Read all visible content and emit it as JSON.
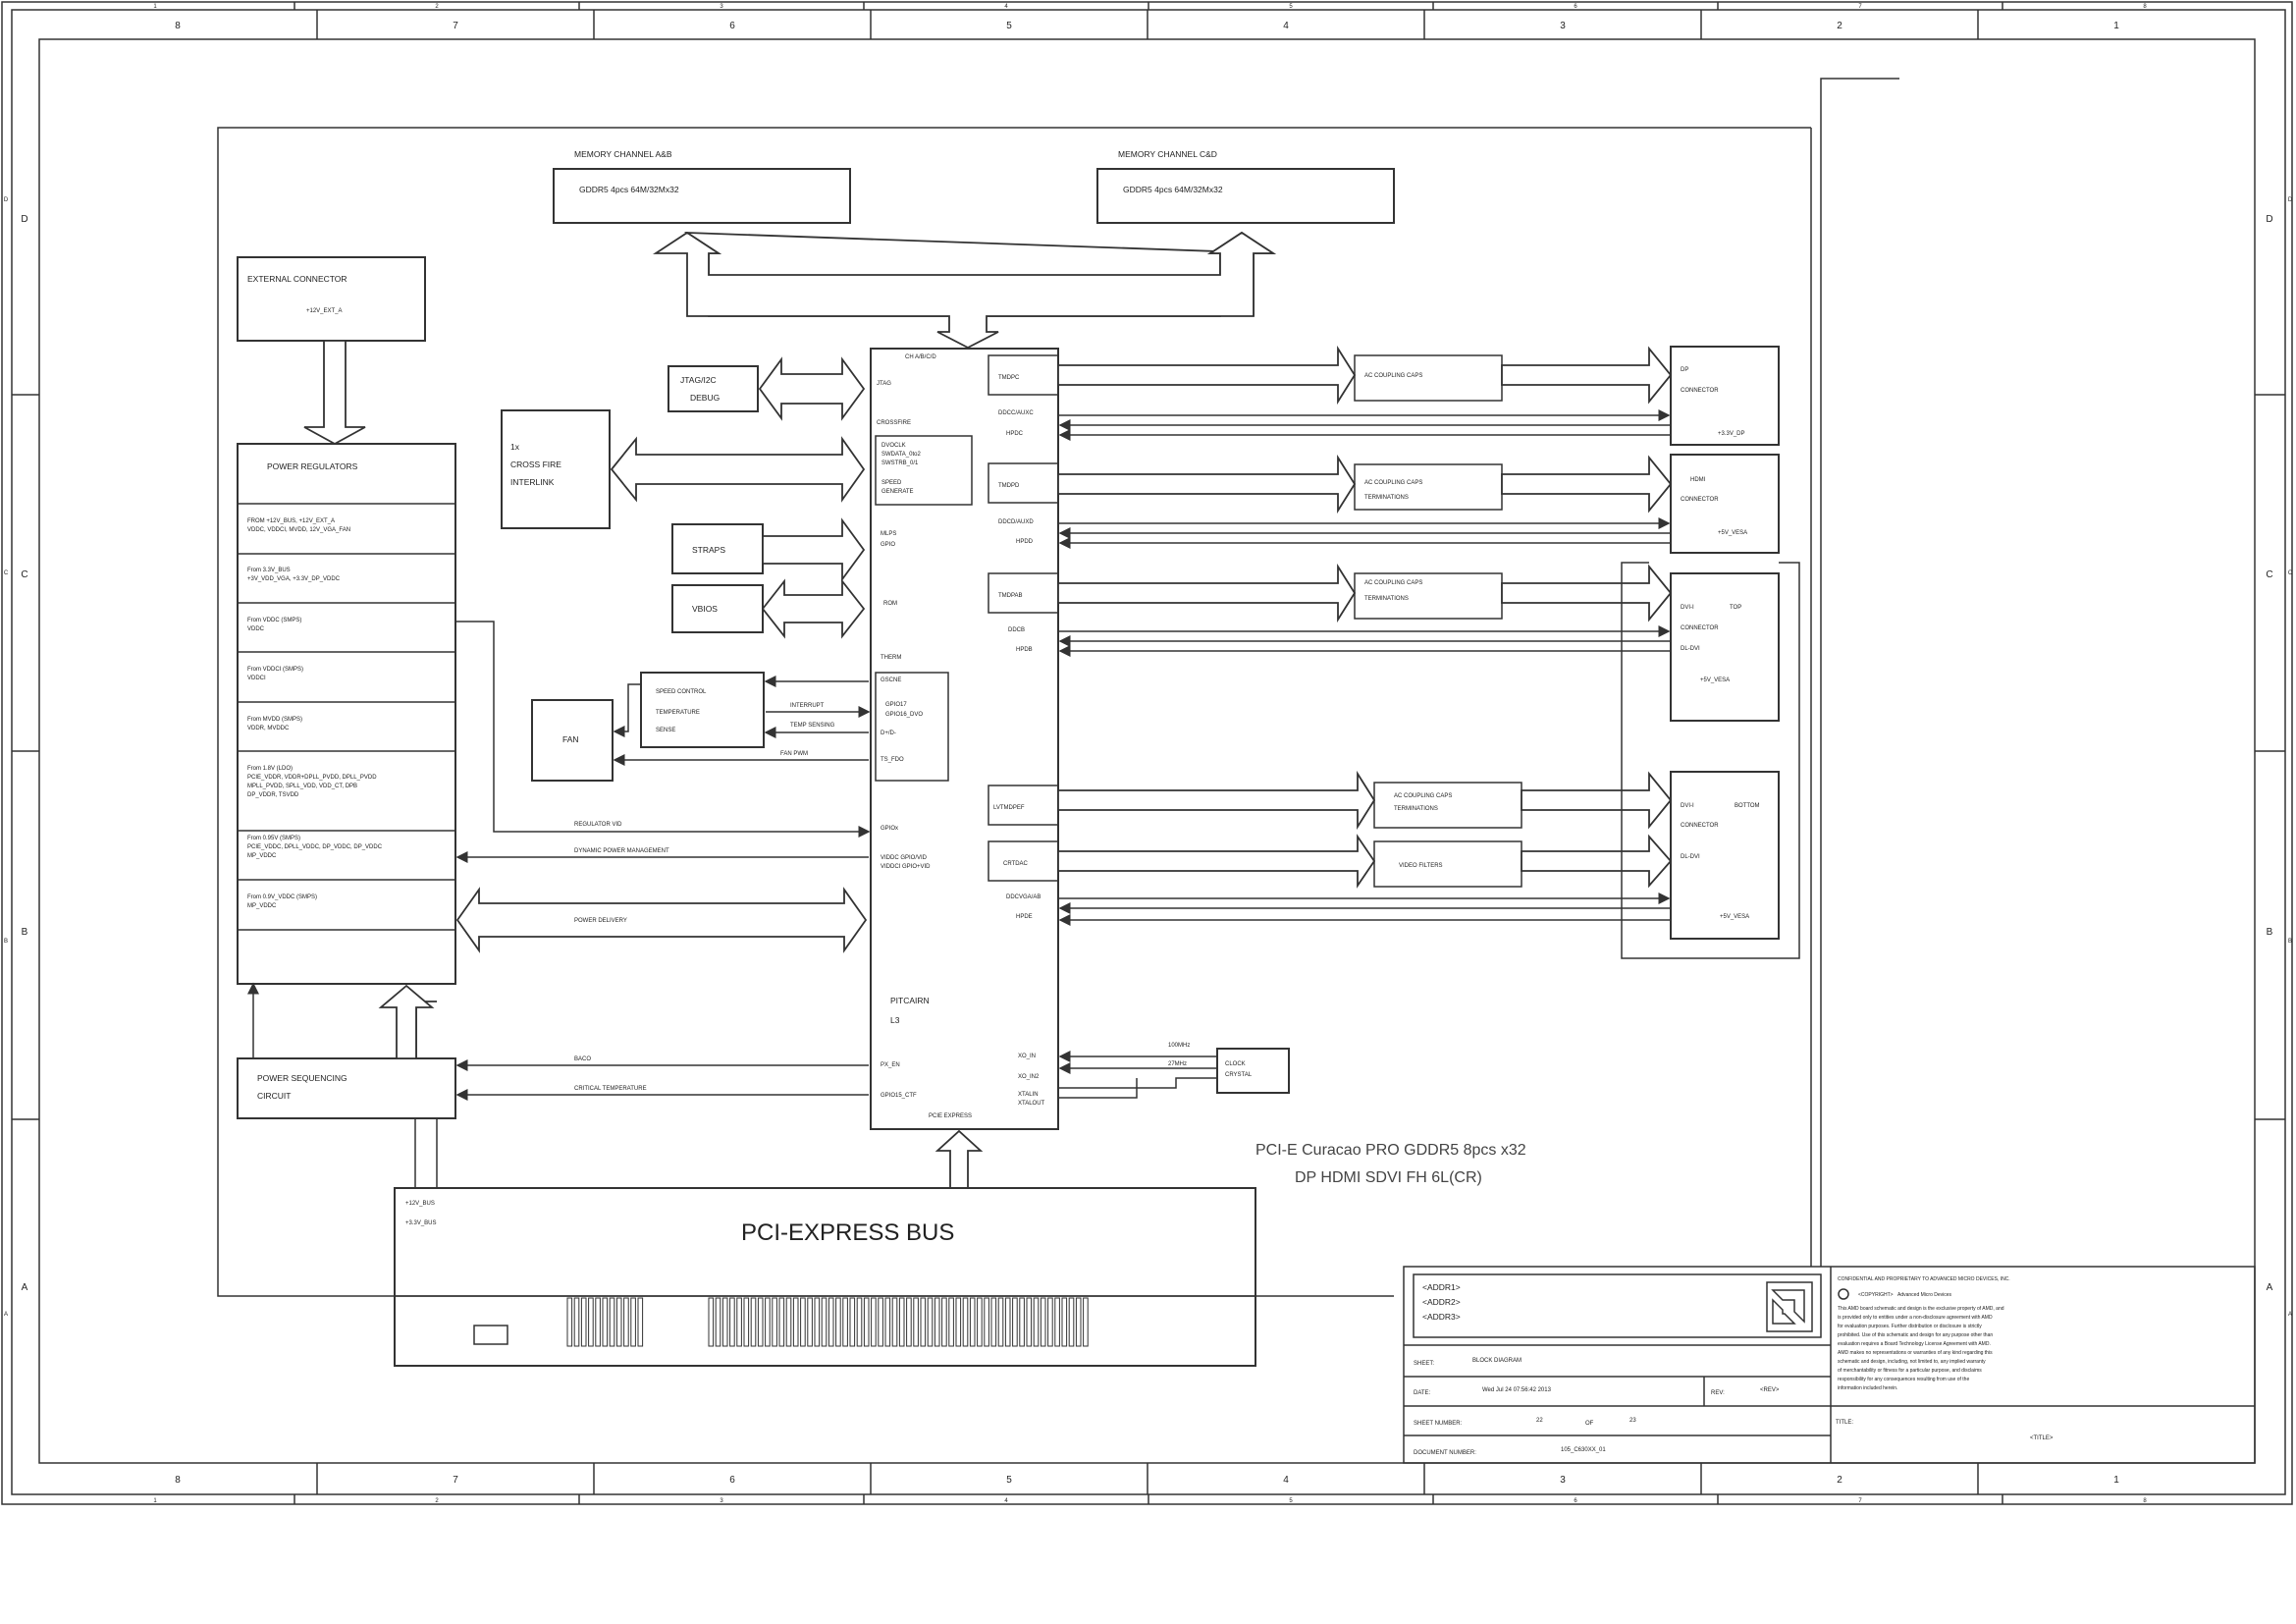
{
  "frame": {
    "columns_top": [
      "8",
      "7",
      "6",
      "5",
      "4",
      "3",
      "2",
      "1"
    ],
    "columns_bottom": [
      "8",
      "7",
      "6",
      "5",
      "4",
      "3",
      "2",
      "1"
    ],
    "rows_left": [
      "D",
      "C",
      "B",
      "A"
    ],
    "rows_right": [
      "D",
      "C",
      "B",
      "A"
    ],
    "fine_columns_top": [
      "1",
      "2",
      "3",
      "4",
      "5",
      "6",
      "7",
      "8"
    ],
    "fine_columns_bottom": [
      "1",
      "2",
      "3",
      "4",
      "5",
      "6",
      "7",
      "8"
    ],
    "fine_rows_left": [
      "A",
      "B",
      "C",
      "D"
    ],
    "fine_rows_right": [
      "A",
      "B",
      "C",
      "D"
    ]
  },
  "memory": {
    "ab_title": "MEMORY CHANNEL A&B",
    "ab_part": "GDDR5 4pcs 64M/32Mx32",
    "cd_title": "MEMORY CHANNEL C&D",
    "cd_part": "GDDR5 4pcs 64M/32Mx32"
  },
  "ext_conn": {
    "title": "EXTERNAL CONNECTOR",
    "sub": "+12V_EXT_A"
  },
  "power_reg": {
    "title": "POWER REGULATORS",
    "rows": [
      [
        "FROM +12V_BUS, +12V_EXT_A",
        "VDDC, VDDCI, MVDD, 12V_VGA_FAN"
      ],
      [
        "From 3.3V_BUS",
        "+3V_VDD_VGA, +3.3V_DP_VDDC"
      ],
      [
        "From VDDC (SMPS)",
        "VDDC"
      ],
      [
        "From VDDCI (SMPS)",
        "VDDCI"
      ],
      [
        "From MVDD (SMPS)",
        "VDDR, MVDDC"
      ],
      [
        "From 1.8V (LDO)",
        "PCIE_VDDR, VDDR+DPLL_PVDD, DPLL_PVDD",
        "MPLL_PVDD, SPLL_VDD, VDD_CT, DPB",
        "DP_VDDR, TSVDD"
      ],
      [
        "From 0.95V (SMPS)",
        "PCIE_VDDC, DPLL_VDDC, DP_VDDC, DP_VDDC",
        "MP_VDDC"
      ],
      [
        "From 0.9V_VDDC (SMPS)",
        "MP_VDDC"
      ]
    ]
  },
  "power_seq": {
    "line1": "POWER SEQUENCING",
    "line2": "CIRCUIT"
  },
  "crossfire": {
    "line1": "1x",
    "line2": "CROSS FIRE",
    "line3": "INTERLINK"
  },
  "jtag": {
    "line1": "JTAG/I2C",
    "line2": "DEBUG"
  },
  "straps": "STRAPS",
  "vbios": "VBIOS",
  "fan": "FAN",
  "speed_ctrl": {
    "line1": "SPEED CONTROL",
    "line2": "TEMPERATURE",
    "line3": "SENSE"
  },
  "gpu": {
    "top_label": "CH A/B/C/D",
    "jtag": "JTAG",
    "crossfire": "CROSSFIRE",
    "sub_lines": [
      "DVOCLK",
      "SWDATA_0to2",
      "SWSTRB_0/1",
      "",
      "SPEED",
      "GENERATE"
    ],
    "misc": "MLPS",
    "gpio": "GPIO",
    "rom": "ROM",
    "therm": "THERM",
    "th_lines": [
      "GSCNE",
      "GPIO17",
      "GPIO16_DVO",
      "D+/D-",
      "TS_FDO"
    ],
    "gpio_reg": "GPIOx",
    "vidc": "VIDDC GPIO/VID",
    "vidc2": "VIDDCI GPIO+VID",
    "name1": "PITCAIRN",
    "name2": "L3",
    "pwr_en": "PX_EN",
    "gpio_ctf": "GPIO15_CTF",
    "pcie": "PCIE EXPRESS",
    "xo_in": "XO_IN",
    "xo_in2": "XO_IN2",
    "xtalin": "XTALIN",
    "xtalout": "XTALOUT"
  },
  "tmds": {
    "c": "TMDPC",
    "d": "TMDPD",
    "ab": "TMDPAB",
    "ef": "LVTMDPEF",
    "dac": "CRTDAC",
    "c_aux": "DDCC/AUXC",
    "c_hpd": "HPDC",
    "d_aux": "DDCD/AUXD",
    "d_hpd": "HPDD",
    "ab_ddc": "DDCB",
    "ab_hpd": "HPDB",
    "dac_ddc": "DDCVGA/AB",
    "dac_hpd": "HPDE"
  },
  "coupling": {
    "c": "AC COUPLING CAPS",
    "d1": "AC COUPLING CAPS",
    "d2": "TERMINATIONS",
    "ab1": "AC COUPLING CAPS",
    "ab2": "TERMINATIONS",
    "ef1": "AC COUPLING CAPS",
    "ef2": "TERMINATIONS",
    "dac": "VIDEO FILTERS"
  },
  "connectors": {
    "dp1": "DP",
    "dp2": "CONNECTOR",
    "dp3": "+3.3V_DP",
    "hdmi1": "HDMI",
    "hdmi2": "CONNECTOR",
    "hdmi3": "+5V_VESA",
    "dvi_top1": "DVI-I",
    "dvi_top1b": "TOP",
    "dvi_top2": "CONNECTOR",
    "dvi_top3": "DL-DVI",
    "dvi_top4": "+5V_VESA",
    "dvi_bot1": "DVI-I",
    "dvi_bot1b": "BOTTOM",
    "dvi_bot2": "CONNECTOR",
    "dvi_bot3": "DL-DVI",
    "dvi_bot4": "+5V_VESA"
  },
  "signals": {
    "interrupt": "INTERRUPT",
    "temp_sensing": "TEMP SENSING",
    "fan_pwm": "FAN PWM",
    "reg_vid": "REGULATOR VID",
    "dpm": "DYNAMIC POWER MANAGEMENT",
    "power_delivery": "POWER DELIVERY",
    "baco": "BACO",
    "ctf": "CRITICAL TEMPERATURE",
    "mhz27": "27MHz",
    "mhz100": "100MHz"
  },
  "clock": {
    "line1": "CLOCK",
    "line2": "CRYSTAL"
  },
  "pcie_bus": {
    "title": "PCI-EXPRESS BUS",
    "v12": "+12V_BUS",
    "v33": "+3.3V_BUS"
  },
  "caption": {
    "line1": "PCI-E Curacao PRO GDDR5 8pcs x32",
    "line2": "DP HDMI SDVI FH 6L(CR)"
  },
  "title_block": {
    "addr1": "<ADDR1>",
    "addr2": "<ADDR2>",
    "addr3": "<ADDR3>",
    "sheet_label": "SHEET:",
    "sheet_value": "BLOCK DIAGRAM",
    "date_label": "DATE:",
    "date_value": "Wed Jul 24 07:56:42 2013",
    "rev_label": "REV:",
    "rev_value": "<REV>",
    "sheetnum_label": "SHEET NUMBER:",
    "sheetnum_value": "22",
    "of_label": "OF",
    "of_value": "23",
    "docnum_label": "DOCUMENT NUMBER:",
    "docnum_value": "105_C630XX_01",
    "title_label": "TITLE:",
    "title_value": "<TITLE>",
    "conf_head": "CONFIDENTIAL AND PROPRIETARY TO ADVANCED MICRO DEVICES, INC.",
    "copyright": "<COPYRIGHT>",
    "company": "Advanced Micro Devices",
    "legal_lines": [
      "This AMD board schematic and design is the exclusive property of AMD, and",
      "is provided only to entities under a non-disclosure agreement with AMD",
      "for evaluation purposes. Further distribution or disclosure is strictly",
      "prohibited. Use of this schematic and design for any purpose other than",
      "evaluation requires a Board Technology License Agreement with AMD.",
      "AMD makes no representations or warranties of any kind regarding this",
      "schematic and design, including, not limited to, any implied warranty",
      "of merchantability or fitness for a particular purpose, and disclaims",
      "responsibility for any consequences resulting from use of the",
      "information included herein."
    ]
  }
}
